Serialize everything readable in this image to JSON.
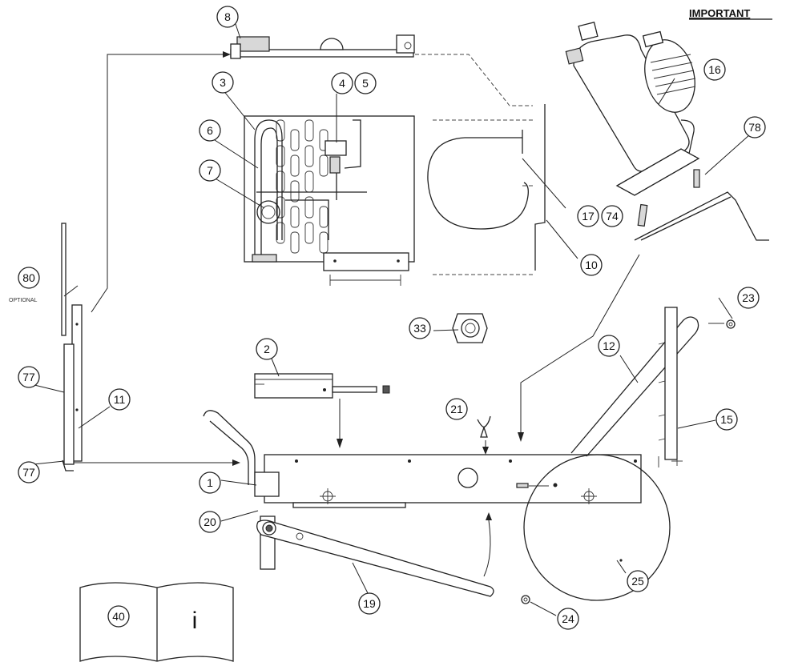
{
  "header": {
    "important_label": "IMPORTANT"
  },
  "notes": {
    "optional_label": "OPTIONAL",
    "manual_symbol": "i"
  },
  "callouts": {
    "c1": "1",
    "c2": "2",
    "c3": "3",
    "c4": "4",
    "c5": "5",
    "c6": "6",
    "c7": "7",
    "c8": "8",
    "c10": "10",
    "c11": "11",
    "c12": "12",
    "c15": "15",
    "c16": "16",
    "c17": "17",
    "c19": "19",
    "c20": "20",
    "c21": "21",
    "c23": "23",
    "c24": "24",
    "c25": "25",
    "c33": "33",
    "c40": "40",
    "c74": "74",
    "c77a": "77",
    "c77b": "77",
    "c78": "78",
    "c80": "80"
  }
}
